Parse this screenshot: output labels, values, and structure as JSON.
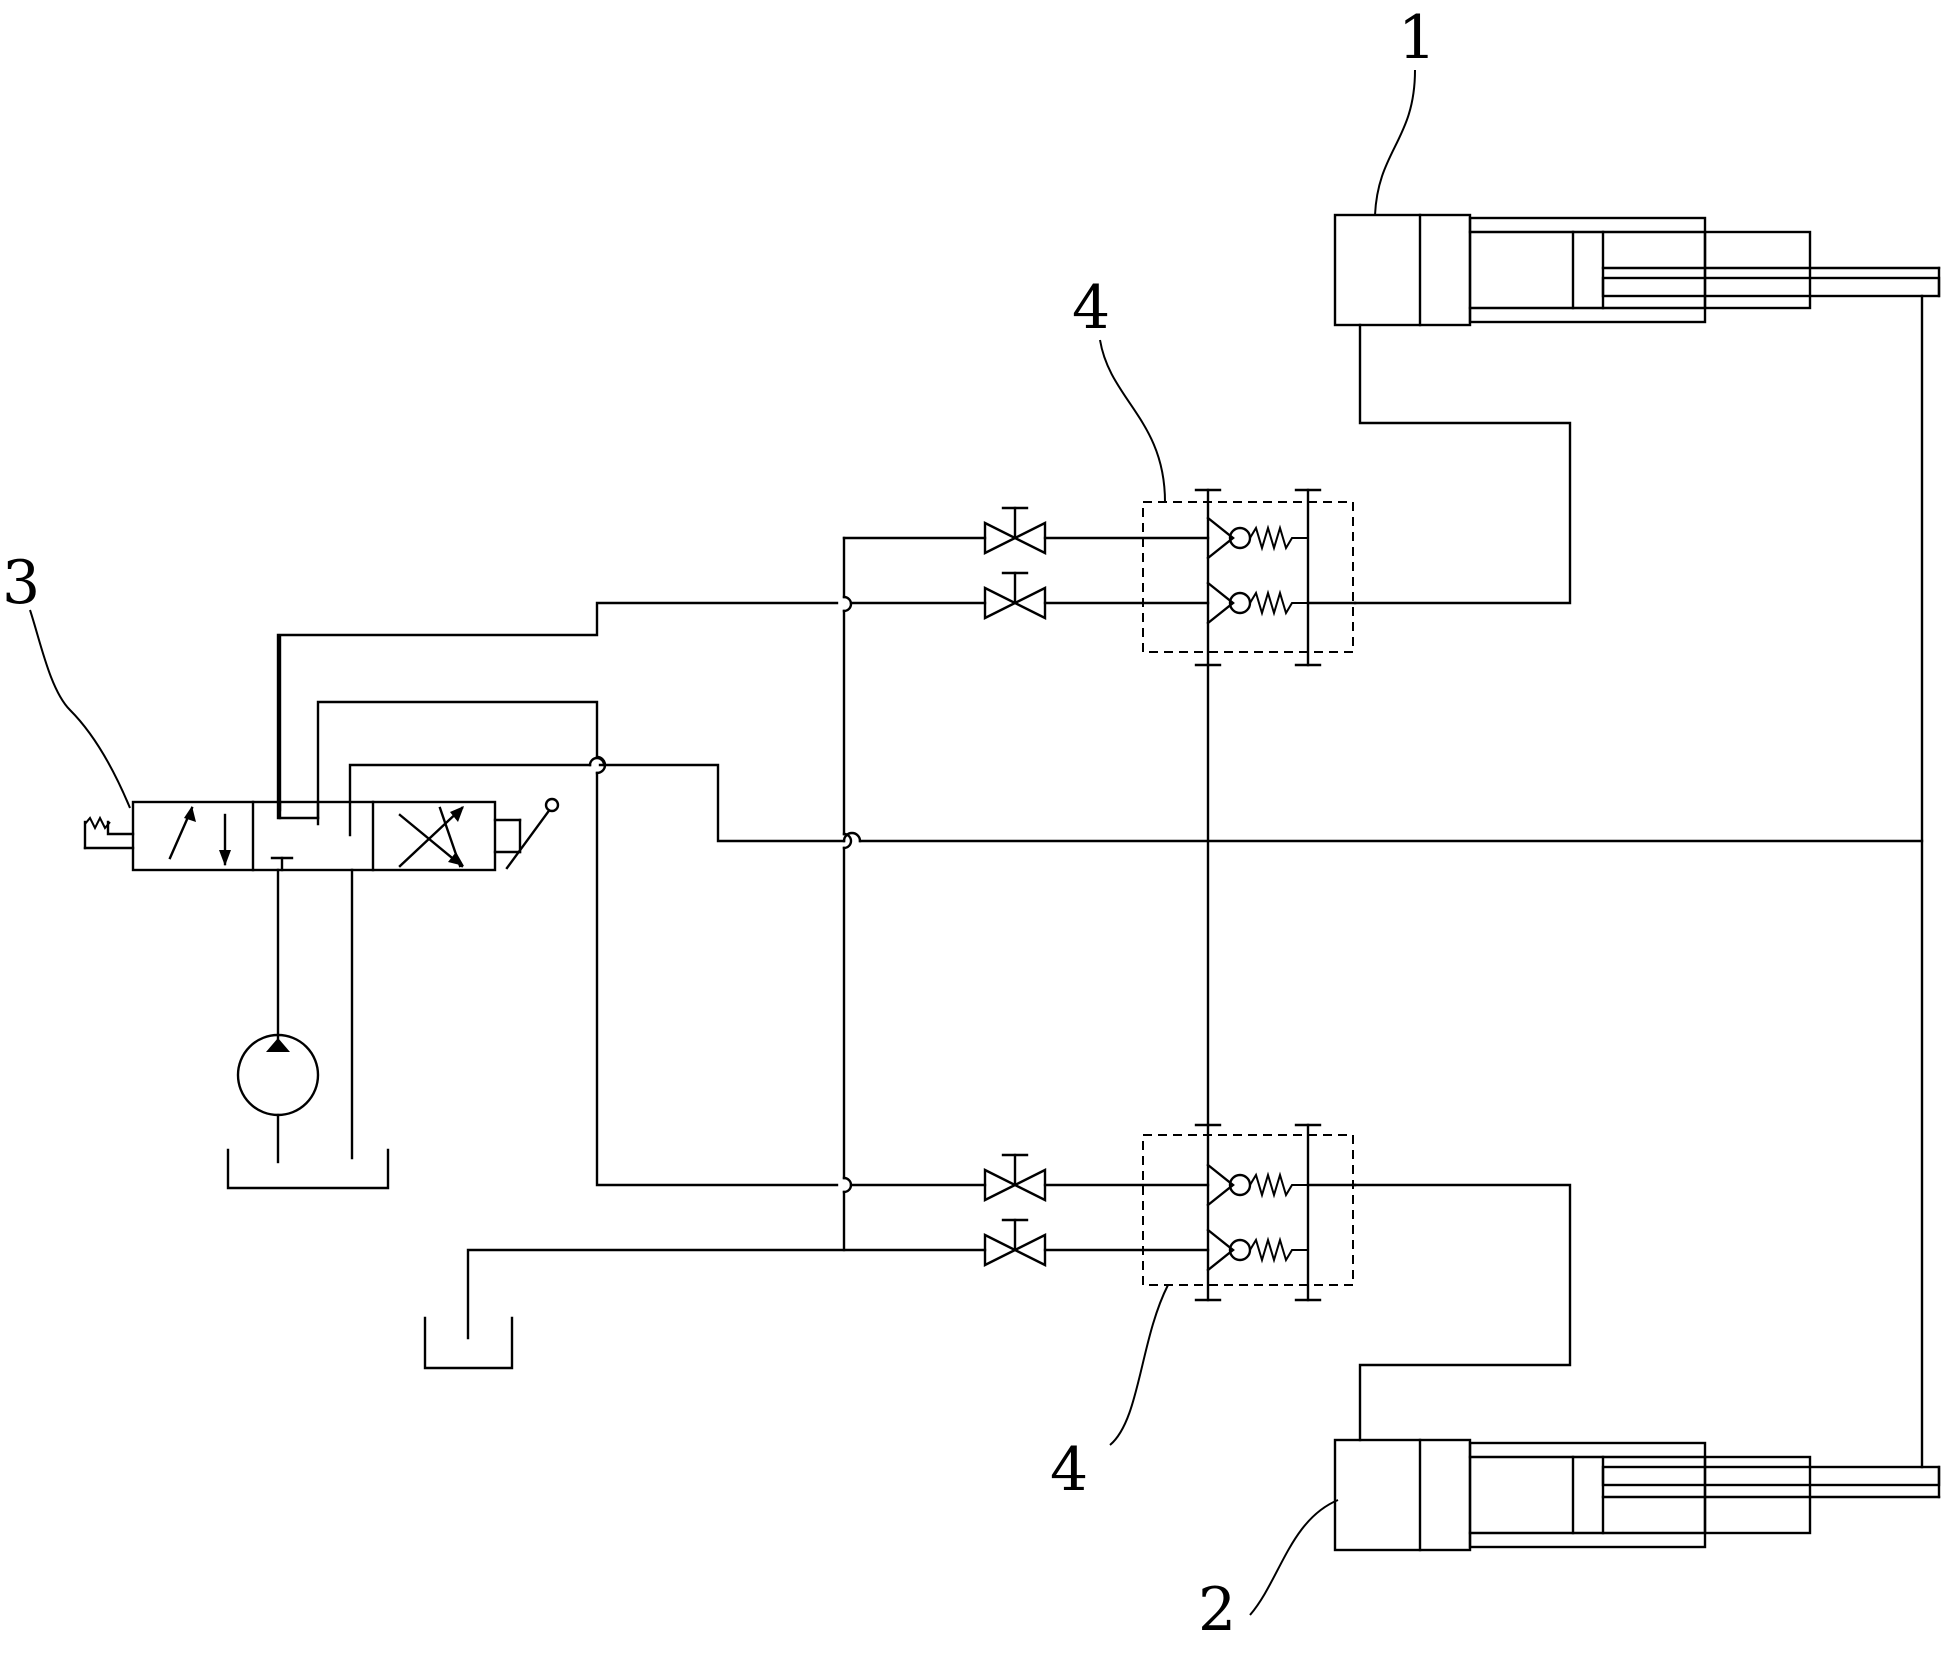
{
  "labels": {
    "cylinder_1": "1",
    "cylinder_2": "2",
    "directional_valve": "3",
    "lock_valve_top": "4",
    "lock_valve_bottom": "4"
  }
}
